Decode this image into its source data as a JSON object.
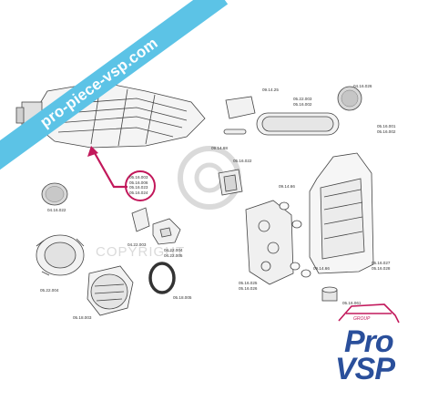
{
  "banner": {
    "text": "pro-piece-vsp.com"
  },
  "watermark": {
    "text": "COPYRIGHT"
  },
  "logo": {
    "group": "GROUP",
    "pro": "Pro",
    "vsp": "VSP"
  },
  "callouts": {
    "rear_ring_top_right": "04.16.026",
    "plate_lamp_top": "09.14.25",
    "plate_lamp_right_a": "05.22.003",
    "plate_lamp_right_b": "05.16.002",
    "bulb_small": "09.14.68",
    "taillight_a": "05.16.001",
    "taillight_b": "05.16.002",
    "socket_box": "05.16.022",
    "bulb_mid": "09.14.66",
    "socket_lower_a": "05.16.025",
    "socket_lower_b": "05.16.026",
    "bulb_lower": "09.14.66",
    "taillight_bottom_a": "05.16.027",
    "taillight_bottom_b": "05.16.028",
    "small_cap": "05.16.061",
    "highlight_a": "05.16.003",
    "highlight_b": "05.16.006",
    "highlight_c": "05.16.023",
    "highlight_d": "05.16.024",
    "fog_ring_left": "04.16.022",
    "mid_a": "04.22.003",
    "mid_b": "04.22.004",
    "mid_c": "04.22.005",
    "clip_ring": "05.18.005",
    "fog_lamp_left": "05.22.004",
    "fog_lamp_bottom": "05.18.003"
  },
  "colors": {
    "banner": "#5cc3e6",
    "highlight": "#c2185b",
    "logo_blue": "#2a4f9b",
    "logo_pink": "#c2185b"
  }
}
